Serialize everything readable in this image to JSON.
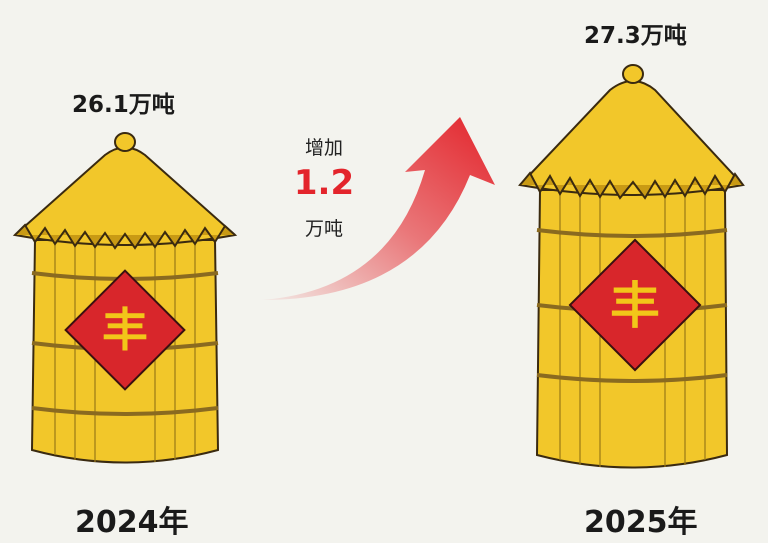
{
  "left": {
    "amount": "26.1万吨",
    "year": "2024年",
    "emblem": "丰"
  },
  "right": {
    "amount": "27.3万吨",
    "year": "2025年",
    "emblem": "丰"
  },
  "increase": {
    "label": "增加",
    "value": "1.2",
    "unit": "万吨"
  },
  "colors": {
    "straw": "#f2c72a",
    "accent": "#e3242b",
    "background": "#f3f3ee"
  }
}
